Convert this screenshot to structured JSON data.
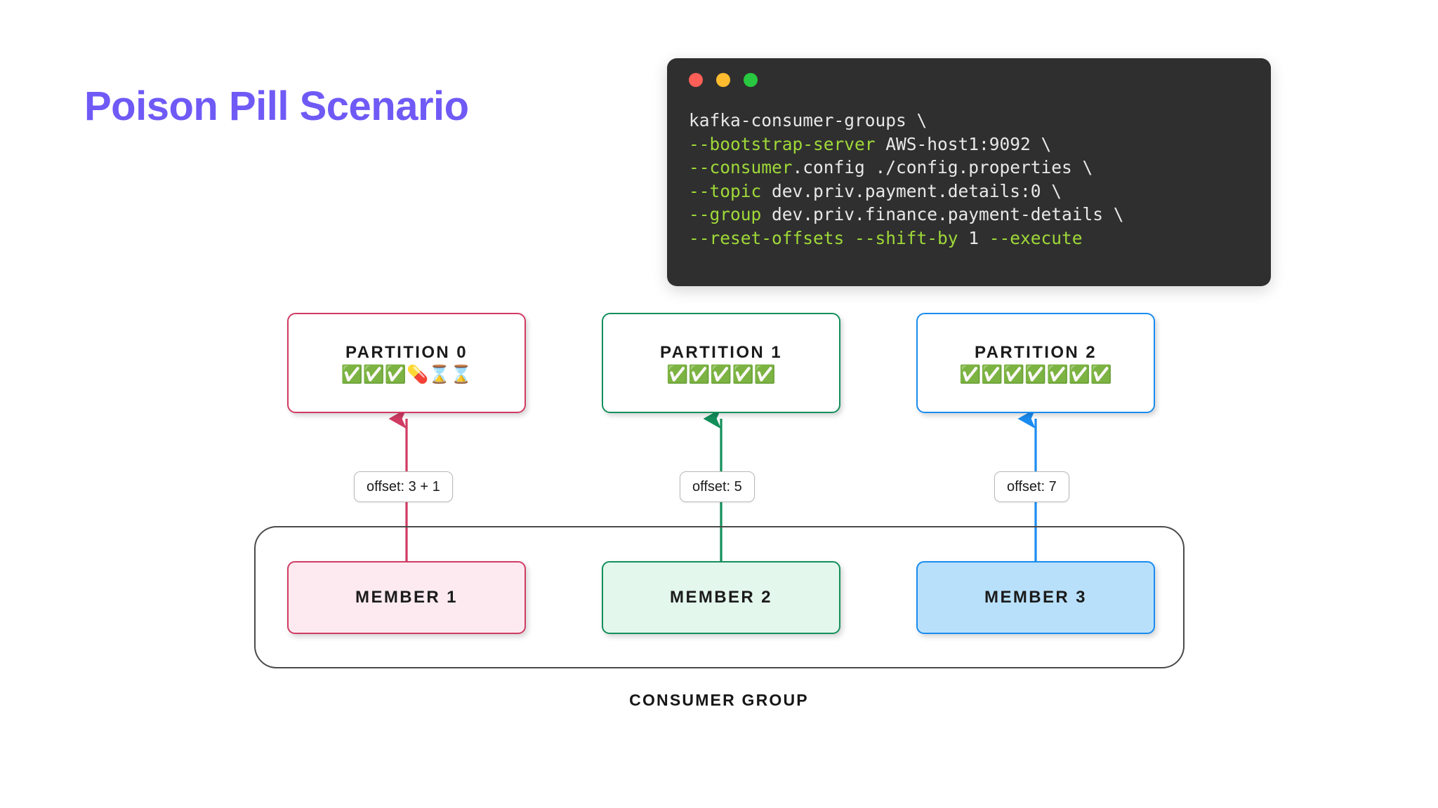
{
  "title": "Poison Pill Scenario",
  "colors": {
    "title": "#6f5af6",
    "partition0": "#d13b63",
    "partition1": "#138f5b",
    "partition2": "#1a8cf0",
    "terminal_bg": "#2f2f2f",
    "terminal_flag": "#9fd938",
    "group_border": "#4a4a4a",
    "dot_red": "#ff5f57",
    "dot_yellow": "#febc2e",
    "dot_green": "#28c840"
  },
  "terminal": {
    "dots": [
      "red",
      "yellow",
      "green"
    ],
    "lines": [
      {
        "segments": [
          {
            "text": "kafka-consumer-groups \\",
            "kind": "plain"
          }
        ]
      },
      {
        "segments": [
          {
            "text": "--bootstrap-server",
            "kind": "flag"
          },
          {
            "text": " AWS-host1:9092 \\",
            "kind": "plain"
          }
        ]
      },
      {
        "segments": [
          {
            "text": "--consumer",
            "kind": "flag"
          },
          {
            "text": ".config ./config.properties \\",
            "kind": "plain"
          }
        ]
      },
      {
        "segments": [
          {
            "text": "--topic",
            "kind": "flag"
          },
          {
            "text": " dev.priv.payment.details:0 \\",
            "kind": "plain"
          }
        ]
      },
      {
        "segments": [
          {
            "text": "--group",
            "kind": "flag"
          },
          {
            "text": " dev.priv.finance.payment-details \\",
            "kind": "plain"
          }
        ]
      },
      {
        "segments": [
          {
            "text": "--reset-offsets --shift-by",
            "kind": "flag"
          },
          {
            "text": " 1 ",
            "kind": "plain"
          },
          {
            "text": "--execute",
            "kind": "flag"
          }
        ]
      }
    ]
  },
  "partitions": [
    {
      "label": "PARTITION 0",
      "messages": "✅✅✅💊⌛⌛",
      "color": "#d13b63"
    },
    {
      "label": "PARTITION 1",
      "messages": "✅✅✅✅✅",
      "color": "#138f5b"
    },
    {
      "label": "PARTITION 2",
      "messages": "✅✅✅✅✅✅✅",
      "color": "#1a8cf0"
    }
  ],
  "offsets": [
    {
      "label": "offset: 3 + 1"
    },
    {
      "label": "offset: 5"
    },
    {
      "label": "offset: 7"
    }
  ],
  "members": [
    {
      "label": "MEMBER 1",
      "color": "#d13b63",
      "fill": "#fdeaf1"
    },
    {
      "label": "MEMBER 2",
      "color": "#138f5b",
      "fill": "#e3f7ec"
    },
    {
      "label": "MEMBER 3",
      "color": "#1a8cf0",
      "fill": "#b9e0fb"
    }
  ],
  "consumer_group_caption": "CONSUMER GROUP"
}
